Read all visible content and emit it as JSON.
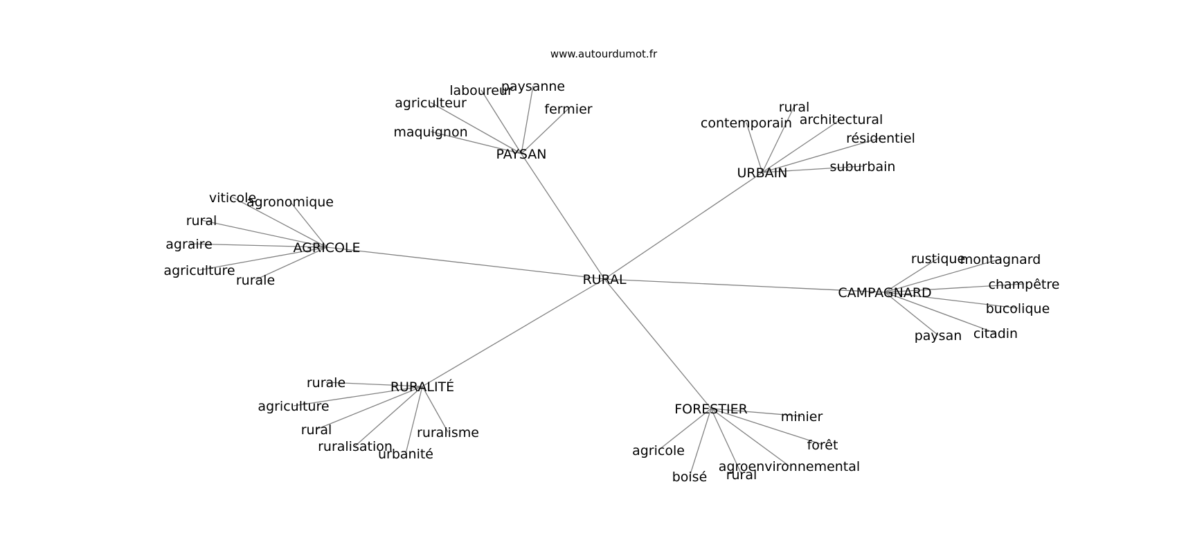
{
  "source": "www.autourdumot.fr",
  "graph": {
    "root": "RURAL",
    "hubs": [
      {
        "id": "paysan",
        "label": "PAYSAN",
        "leaves": [
          "maquignon",
          "agriculteur",
          "laboureur",
          "paysanne",
          "fermier"
        ]
      },
      {
        "id": "urbain",
        "label": "URBAIN",
        "leaves": [
          "contemporain",
          "rural",
          "architectural",
          "résidentiel",
          "suburbain"
        ]
      },
      {
        "id": "agricole",
        "label": "AGRICOLE",
        "leaves": [
          "viticole",
          "agronomique",
          "rural",
          "agraire",
          "agriculture",
          "rurale"
        ]
      },
      {
        "id": "campagnard",
        "label": "CAMPAGNARD",
        "leaves": [
          "rustique",
          "montagnard",
          "champêtre",
          "bucolique",
          "citadin",
          "paysan"
        ]
      },
      {
        "id": "ruralite",
        "label": "RURALITÉ",
        "leaves": [
          "rurale",
          "agriculture",
          "rural",
          "ruralisation",
          "urbanité",
          "ruralisme"
        ]
      },
      {
        "id": "forestier",
        "label": "FORESTIER",
        "leaves": [
          "agricole",
          "boisé",
          "rural",
          "agroenvironnemental",
          "forêt",
          "minier"
        ]
      }
    ]
  }
}
